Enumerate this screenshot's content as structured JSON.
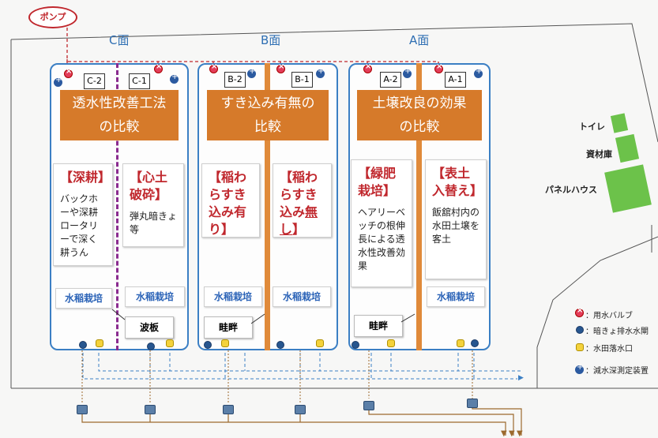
{
  "pump_label": "ポンプ",
  "faces": {
    "c": "C面",
    "b": "B面",
    "a": "A面"
  },
  "plots": [
    {
      "id": "C-2"
    },
    {
      "id": "C-1"
    },
    {
      "id": "B-2"
    },
    {
      "id": "B-1"
    },
    {
      "id": "A-2"
    },
    {
      "id": "A-1"
    }
  ],
  "headers": {
    "c": [
      "透水性改善工法",
      "の比較"
    ],
    "b": [
      "すき込み有無の",
      "比較"
    ],
    "a": [
      "土壌改良の効果",
      "の比較"
    ]
  },
  "cards": {
    "c2": {
      "title": "【深耕】",
      "desc": "バックホーや深耕ロータリーで深く耕うん"
    },
    "c1": {
      "title": "【心土破砕】",
      "desc": "弾丸暗きょ等"
    },
    "b2": {
      "title": "【稲わらすき込み有り】"
    },
    "b1": {
      "title_prefix": "【稲わらすき込み",
      "title_under": "無し",
      "title_suffix": "】"
    },
    "a2": {
      "title": "【緑肥栽培】",
      "desc": "ヘアリーベッチの根伸長による透水性改善効果"
    },
    "a1": {
      "title": "【表土入替え】",
      "desc": "飯舘村内の水田土壌を客土"
    }
  },
  "rice_label": "水稲栽培",
  "callouts": {
    "namiita": "波板",
    "aze1": "畦畔",
    "aze2": "畦畔"
  },
  "buildings": {
    "toilet": "トイレ",
    "storage": "資材庫",
    "panel": "パネルハウス"
  },
  "legend": {
    "valve": "：用水バルブ",
    "drain": "：暗きょ排水水閘",
    "outlet": "：水田落水口",
    "meter": "：減水深測定装置"
  },
  "colors": {
    "plot_border": "#3b7fc4",
    "header": "#d67a2a",
    "title_red": "#c0272d",
    "rice_blue": "#2b63b7",
    "building": "#6cc24a"
  }
}
